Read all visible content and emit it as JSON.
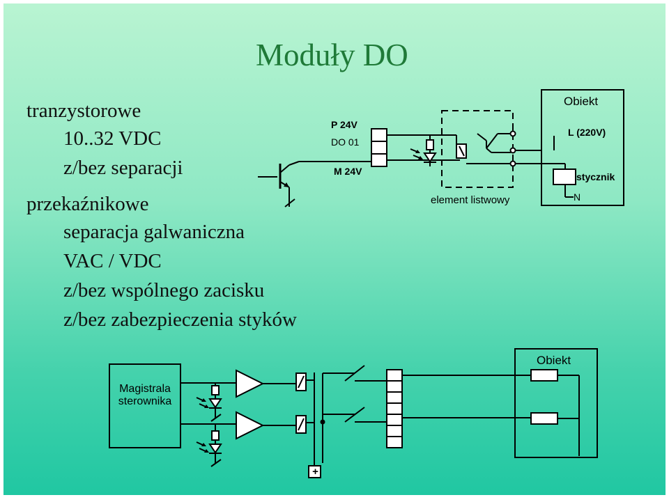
{
  "slide": {
    "title": "Moduły DO",
    "bullets": {
      "transistor": "tranzystorowe",
      "voltage": "10..32 VDC",
      "isolation": "z/bez separacji",
      "relay": "przekaźnikowe",
      "galvanic": "separacja galwaniczna",
      "vac_vdc": "VAC / VDC",
      "common_ground": "z/bez wspólnego zacisku",
      "contact_protection": "z/bez zabezpieczenia styków"
    }
  },
  "diagram_top": {
    "p24": "P 24V",
    "do01": "DO 01",
    "m24": "M 24V",
    "element": "element listwowy",
    "object": "Obiekt",
    "l220": "L (220V)",
    "contactor": "stycznik",
    "n": "N"
  },
  "diagram_bottom": {
    "bus": "Magistrala\nsterownika",
    "object": "Obiekt",
    "plus": "+"
  },
  "colors": {
    "title": "#1f7a38",
    "background_top": "#b9f4d2",
    "background_bottom": "#20c7a2"
  }
}
